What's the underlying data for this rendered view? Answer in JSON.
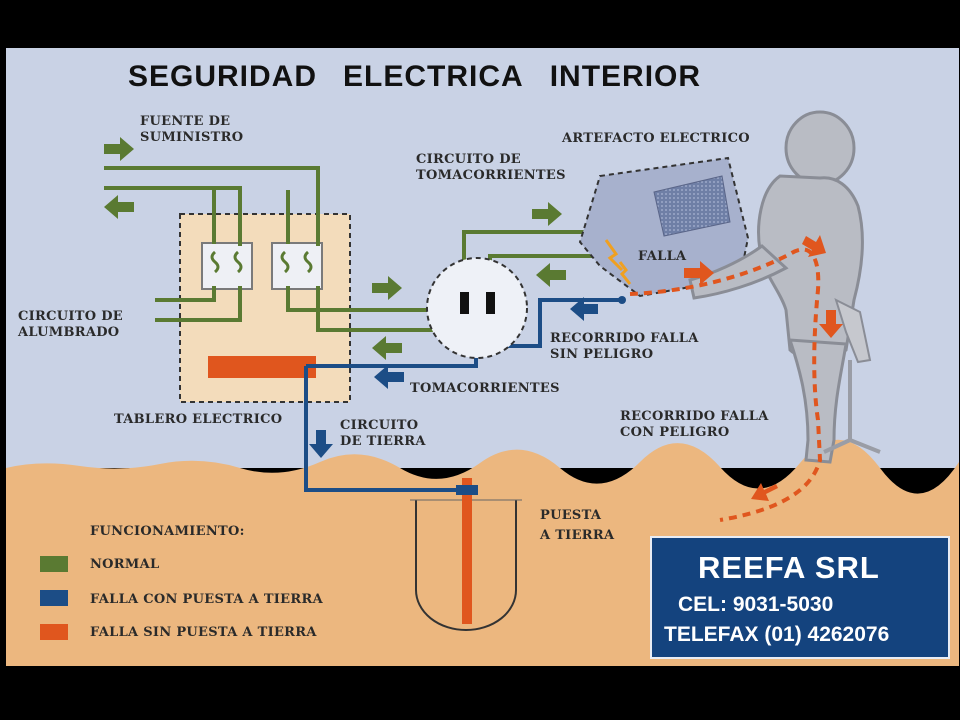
{
  "title": [
    "SEGURIDAD",
    "ELECTRICA",
    "INTERIOR"
  ],
  "labels": {
    "fuente": [
      "FUENTE DE",
      "SUMINISTRO"
    ],
    "artefacto": "ARTEFACTO ELECTRICO",
    "circuito_toma": [
      "CIRCUITO  DE",
      "TOMACORRIENTES"
    ],
    "falla": "FALLA",
    "alumbrado": [
      "CIRCUITO DE",
      "ALUMBRADO"
    ],
    "recorrido_sin": [
      "RECORRIDO FALLA",
      "SIN PELIGRO"
    ],
    "tomacorrientes": "TOMACORRIENTES",
    "tablero": "TABLERO ELECTRICO",
    "circuito_tierra": [
      "CIRCUITO",
      "DE TIERRA"
    ],
    "recorrido_con": [
      "RECORRIDO FALLA",
      "CON PELIGRO"
    ],
    "puesta": [
      "PUESTA",
      "A TIERRA"
    ]
  },
  "legend": {
    "heading": "FUNCIONAMIENTO:",
    "items": [
      {
        "label": "NORMAL",
        "color": "#5a7a32"
      },
      {
        "label": "FALLA  CON  PUESTA   A  TIERRA",
        "color": "#1c4d86"
      },
      {
        "label": "FALLA  SIN  PUESTA   A  TIERRA",
        "color": "#e0561e"
      }
    ]
  },
  "company": {
    "name": "REEFA SRL",
    "cel": "CEL:  9031-5030",
    "telefax": "TELEFAX (01) 4262076"
  },
  "colors": {
    "sky": "#c9d2e5",
    "ground": "#ecb77f",
    "normal": "#5a7a32",
    "earth_fault": "#1c4d86",
    "danger_fault": "#e0561e",
    "panel": "#f3dcbb"
  }
}
